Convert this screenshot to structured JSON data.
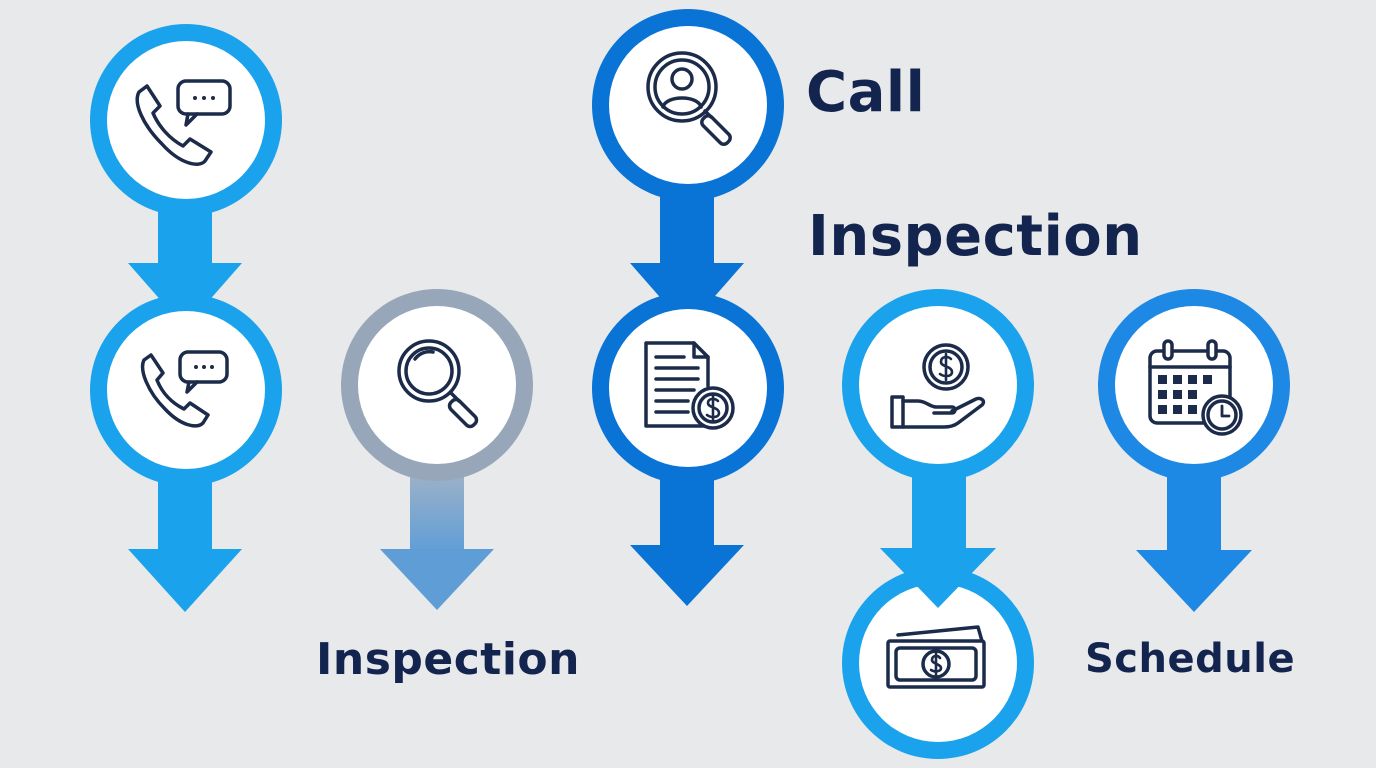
{
  "labels": {
    "call": "Call",
    "inspection_top": "Inspection",
    "inspection_bottom": "Inspection",
    "schedule": "Schedule"
  },
  "colors": {
    "background": "#e8e9eb",
    "light_blue": "#1aa3ec",
    "mid_blue": "#1e88e5",
    "deep_blue": "#0a74d6",
    "grey_ring": "#97a7b9",
    "faded_arrow": "#6ea6d6",
    "icon_stroke": "#1c2b4a",
    "text": "#13244f"
  },
  "nodes": [
    {
      "id": "call-top",
      "icon": "phone-chat-icon",
      "color": "light_blue"
    },
    {
      "id": "call-second",
      "icon": "phone-chat-icon",
      "color": "light_blue"
    },
    {
      "id": "search",
      "icon": "magnifier-icon",
      "color": "grey_ring"
    },
    {
      "id": "find-person",
      "icon": "person-search-icon",
      "color": "deep_blue"
    },
    {
      "id": "invoice",
      "icon": "invoice-dollar-icon",
      "color": "deep_blue"
    },
    {
      "id": "payment",
      "icon": "hand-coin-icon",
      "color": "light_blue"
    },
    {
      "id": "cash",
      "icon": "banknote-icon",
      "color": "light_blue"
    },
    {
      "id": "schedule",
      "icon": "calendar-clock-icon",
      "color": "mid_blue"
    }
  ]
}
